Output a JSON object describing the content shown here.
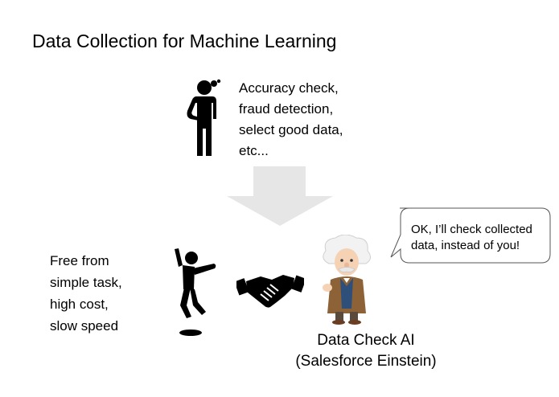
{
  "title": "Data Collection for Machine Learning",
  "human_tasks": {
    "lines": [
      "Accuracy check,",
      "fraud detection,",
      "select good data,",
      "etc..."
    ]
  },
  "benefits": {
    "lines": [
      "Free from",
      "simple task,",
      "high cost,",
      "slow speed"
    ]
  },
  "ai_label": {
    "line1": "Data Check AI",
    "line2": "(Salesforce Einstein)"
  },
  "speech_bubble": {
    "line1": "OK, I’ll check collected",
    "line2": "data, instead of you!"
  },
  "icons": {
    "thinking_person": "person-thinking-icon",
    "down_arrow": "down-arrow-icon",
    "jumping_person": "person-jumping-icon",
    "handshake": "handshake-icon",
    "einstein": "einstein-character-icon"
  },
  "colors": {
    "arrow": "#e6e6e6",
    "bubble_border": "#555555"
  }
}
